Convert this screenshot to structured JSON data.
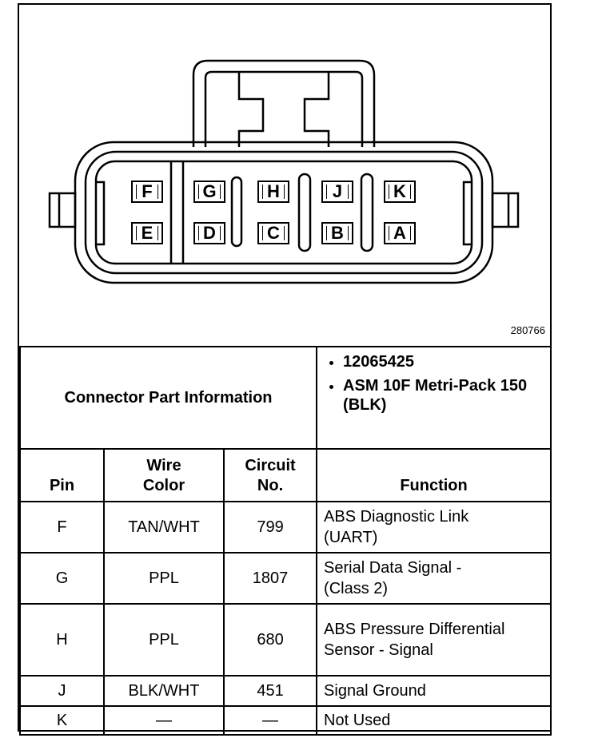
{
  "figure_id": "280766",
  "connector": {
    "top_row": [
      "F",
      "G",
      "H",
      "J",
      "K"
    ],
    "bottom_row": [
      "E",
      "D",
      "C",
      "B",
      "A"
    ]
  },
  "part_info": {
    "label": "Connector Part Information",
    "items": [
      "12065425",
      "ASM 10F Metri-Pack 150 (BLK)"
    ]
  },
  "headers": {
    "pin": "Pin",
    "wire_color": "Wire Color",
    "circuit_no": "Circuit No.",
    "function": "Function"
  },
  "rows": [
    {
      "pin": "F",
      "wire_color": "TAN/WHT",
      "circuit": "799",
      "function": "ABS Diagnostic Link (UART)"
    },
    {
      "pin": "G",
      "wire_color": "PPL",
      "circuit": "1807",
      "function": "Serial Data Signal - (Class 2)"
    },
    {
      "pin": "H",
      "wire_color": "PPL",
      "circuit": "680",
      "function": "ABS Pressure Differential Sensor - Signal"
    },
    {
      "pin": "J",
      "wire_color": "BLK/WHT",
      "circuit": "451",
      "function": "Signal Ground"
    },
    {
      "pin": "K",
      "wire_color": "—",
      "circuit": "—",
      "function": "Not Used"
    }
  ]
}
